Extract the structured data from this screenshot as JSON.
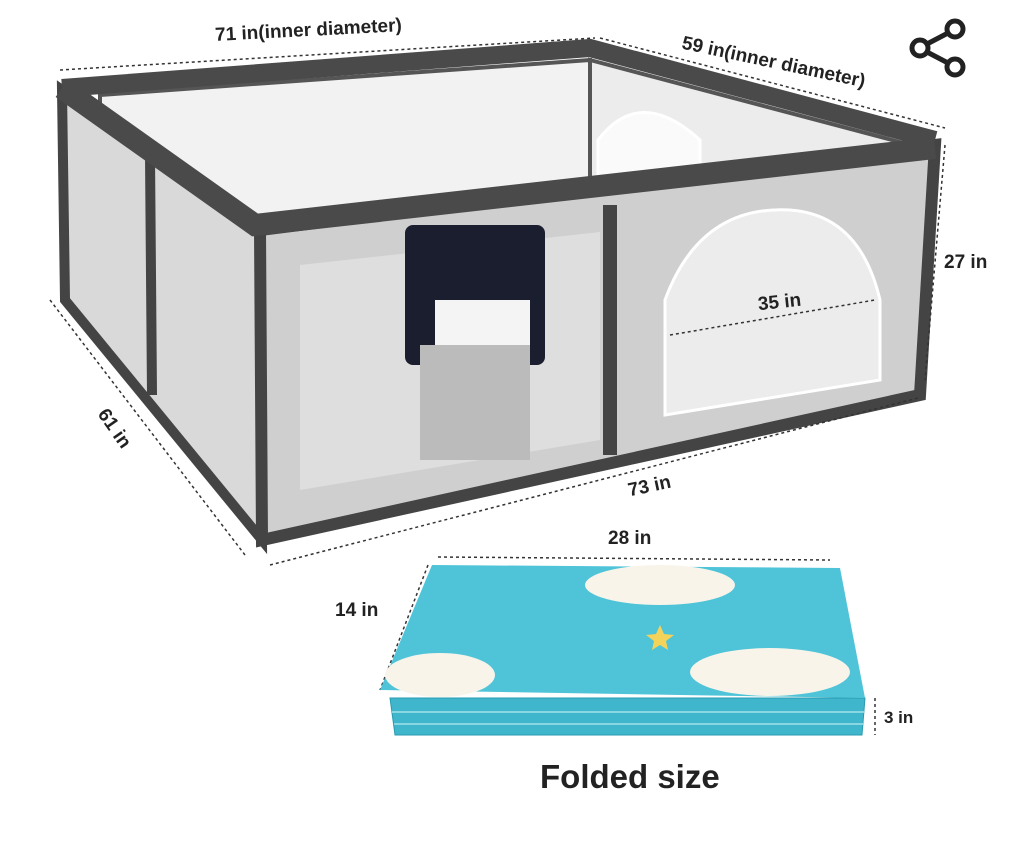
{
  "product_image": {
    "dimensions": {
      "top_back": "71 in(inner diameter)",
      "top_right": "59  in(inner diameter)",
      "height": "27 in",
      "door_width": "35 in",
      "side_depth": "61 in",
      "front_length": "73 in",
      "mat_length": "28 in",
      "mat_width": "14 in",
      "mat_thickness": "3 in"
    },
    "caption": "Folded size"
  },
  "toolbar": {
    "share_icon": "share-icon"
  },
  "colors": {
    "frame": "#4a4a4a",
    "mesh": "#dcdcdc",
    "mat": "#4fc4d8"
  }
}
